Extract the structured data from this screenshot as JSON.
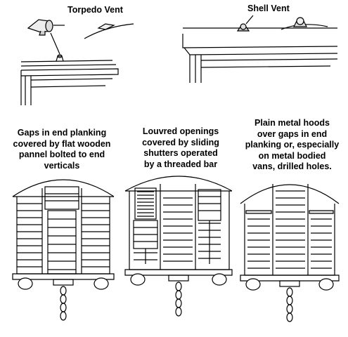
{
  "vents": {
    "torpedo": "Torpedo Vent",
    "shell": "Shell Vent"
  },
  "captions": [
    {
      "lines": [
        "Gaps in end planking",
        "covered by flat wooden",
        "pannel bolted to end",
        "verticals"
      ]
    },
    {
      "lines": [
        "Louvred openings",
        "covered by sliding",
        "shutters operated",
        "by a threaded bar"
      ]
    },
    {
      "lines": [
        "Plain metal hoods",
        "over gaps in end",
        "planking or, especially",
        "on metal bodied",
        "vans, drilled holes."
      ]
    }
  ]
}
